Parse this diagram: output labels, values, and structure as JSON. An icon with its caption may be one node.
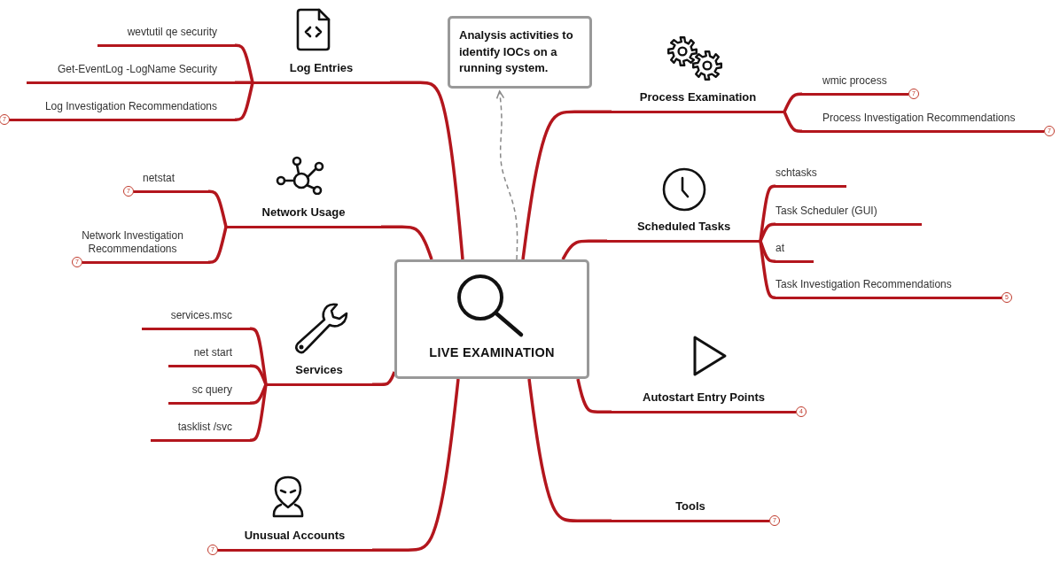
{
  "diagram": {
    "nodes": [
      {
        "text": [
          "LIVE EXAMINATION"
        ]
      },
      {
        "text": [
          "Analysis activities to identify IOCs on a running system."
        ]
      },
      {
        "text": [
          "Log Entries"
        ]
      },
      {
        "text": [
          "wevtutil qe security"
        ]
      },
      {
        "text": [
          "Get-EventLog -LogName Security"
        ]
      },
      {
        "text": [
          "Log Investigation Recommendations"
        ],
        "beside": [
          "7"
        ]
      },
      {
        "text": [
          "Network Usage"
        ]
      },
      {
        "text": [
          "netstat"
        ],
        "beside": [
          "7"
        ]
      },
      {
        "text": [
          "Network Investigation Recommendations"
        ],
        "beside": [
          "7"
        ]
      },
      {
        "text": [
          "Services"
        ]
      },
      {
        "text": [
          "services.msc"
        ]
      },
      {
        "text": [
          "net start"
        ]
      },
      {
        "text": [
          "sc query"
        ]
      },
      {
        "text": [
          "tasklist /svc"
        ]
      },
      {
        "text": [
          "Unusual Accounts"
        ],
        "beside": [
          "7"
        ]
      },
      {
        "text": [
          "Process Examination"
        ]
      },
      {
        "text": [
          "wmic process"
        ],
        "beside": [
          "7"
        ]
      },
      {
        "text": [
          "Process Investigation Recommendations"
        ],
        "beside": [
          "7"
        ]
      },
      {
        "text": [
          "Scheduled Tasks"
        ]
      },
      {
        "text": [
          "schtasks"
        ]
      },
      {
        "text": [
          "Task Scheduler (GUI)"
        ]
      },
      {
        "text": [
          "at"
        ]
      },
      {
        "text": [
          "Task Investigation Recommendations"
        ],
        "beside": [
          "5"
        ]
      },
      {
        "text": [
          "Autostart Entry Points"
        ],
        "beside": [
          "4"
        ]
      },
      {
        "text": [
          "Tools"
        ],
        "beside": [
          "7"
        ]
      }
    ],
    "edges": [
      {
        "from": 0,
        "to": 1,
        "arrow": "to",
        "style": "dashed",
        "color": "#888888"
      },
      {
        "from": 0,
        "to": 2,
        "arrow": "none"
      },
      {
        "from": 2,
        "to": 3,
        "arrow": "none"
      },
      {
        "from": 2,
        "to": 4,
        "arrow": "none"
      },
      {
        "from": 2,
        "to": 5,
        "arrow": "none"
      },
      {
        "from": 0,
        "to": 6,
        "arrow": "none"
      },
      {
        "from": 6,
        "to": 7,
        "arrow": "none"
      },
      {
        "from": 6,
        "to": 8,
        "arrow": "none"
      },
      {
        "from": 0,
        "to": 9,
        "arrow": "none"
      },
      {
        "from": 9,
        "to": 10,
        "arrow": "none"
      },
      {
        "from": 9,
        "to": 11,
        "arrow": "none"
      },
      {
        "from": 9,
        "to": 12,
        "arrow": "none"
      },
      {
        "from": 9,
        "to": 13,
        "arrow": "none"
      },
      {
        "from": 0,
        "to": 14,
        "arrow": "none"
      },
      {
        "from": 0,
        "to": 15,
        "arrow": "none"
      },
      {
        "from": 15,
        "to": 16,
        "arrow": "none"
      },
      {
        "from": 15,
        "to": 17,
        "arrow": "none"
      },
      {
        "from": 0,
        "to": 18,
        "arrow": "none"
      },
      {
        "from": 18,
        "to": 19,
        "arrow": "none"
      },
      {
        "from": 18,
        "to": 20,
        "arrow": "none"
      },
      {
        "from": 18,
        "to": 21,
        "arrow": "none"
      },
      {
        "from": 18,
        "to": 22,
        "arrow": "none"
      },
      {
        "from": 0,
        "to": 23,
        "arrow": "none"
      },
      {
        "from": 0,
        "to": 24,
        "arrow": "none"
      }
    ]
  }
}
